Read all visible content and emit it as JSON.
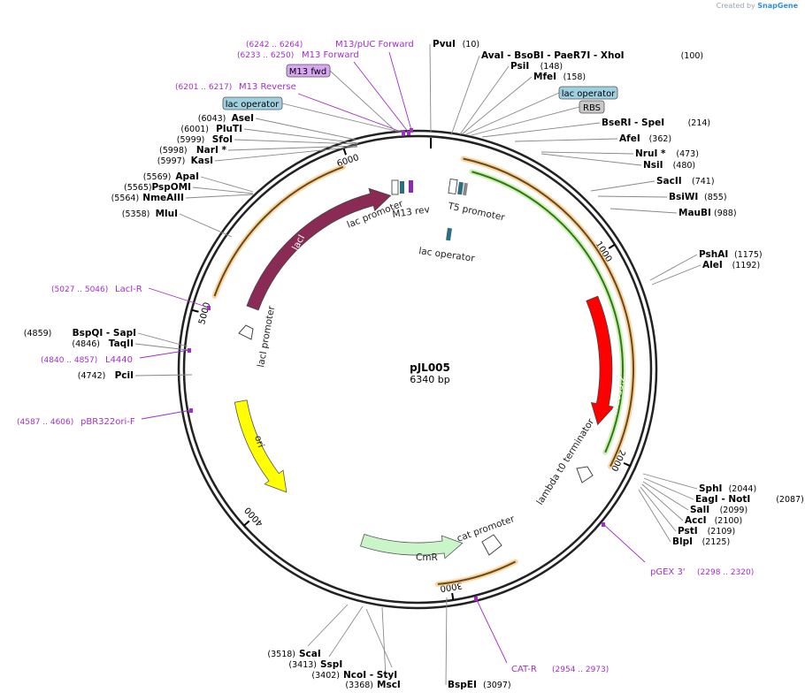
{
  "credit": {
    "prefix": "Created by",
    "brand": "SnapGene"
  },
  "plasmid": {
    "name": "pJL005",
    "size": "6340 bp"
  },
  "ticks": [
    {
      "label": "1000",
      "pos": 1000
    },
    {
      "label": "2000",
      "pos": 2000
    },
    {
      "label": "3000",
      "pos": 3000
    },
    {
      "label": "4000",
      "pos": 4000
    },
    {
      "label": "5000",
      "pos": 5000
    },
    {
      "label": "6000",
      "pos": 6000
    }
  ],
  "sites_right": [
    {
      "text": "PvuI",
      "pos": "(10)"
    },
    {
      "text": "AvaI   - BsoBI   - PaeR7I   - XhoI",
      "pos": "(100)"
    },
    {
      "text": "PsiI",
      "pos": "(148)"
    },
    {
      "text": "MfeI",
      "pos": "(158)"
    },
    {
      "text": "BseRI   - SpeI",
      "pos": "(214)"
    },
    {
      "text": "AfeI",
      "pos": "(362)"
    },
    {
      "text": "NruI *",
      "pos": "(473)"
    },
    {
      "text": "NsiI",
      "pos": "(480)"
    },
    {
      "text": "SacII",
      "pos": "(741)"
    },
    {
      "text": "BsiWI",
      "pos": "(855)"
    },
    {
      "text": "MauBI",
      "pos": "(988)"
    },
    {
      "text": "PshAI",
      "pos": "(1175)"
    },
    {
      "text": "AleI",
      "pos": "(1192)"
    },
    {
      "text": "SphI",
      "pos": "(2044)"
    },
    {
      "text": "EagI   - NotI",
      "pos": "(2087)"
    },
    {
      "text": "SalI",
      "pos": "(2099)"
    },
    {
      "text": "AccI",
      "pos": "(2100)"
    },
    {
      "text": "PstI",
      "pos": "(2109)"
    },
    {
      "text": "BlpI",
      "pos": "(2125)"
    },
    {
      "text": "BspEI",
      "pos": "(3097)"
    }
  ],
  "sites_left": [
    {
      "text": "AseI",
      "pos": "(6043)"
    },
    {
      "text": "PluTI",
      "pos": "(6001)"
    },
    {
      "text": "SfoI",
      "pos": "(5999)"
    },
    {
      "text": "NarI *",
      "pos": "(5998)"
    },
    {
      "text": "KasI",
      "pos": "(5997)"
    },
    {
      "text": "ApaI",
      "pos": "(5569)"
    },
    {
      "text": "PspOMI",
      "pos": "(5565)"
    },
    {
      "text": "NmeAIII",
      "pos": "(5564)"
    },
    {
      "text": "MluI",
      "pos": "(5358)"
    },
    {
      "text": "BspQI   - SapI",
      "pos": "(4859)"
    },
    {
      "text": "TaqII",
      "pos": "(4846)"
    },
    {
      "text": "PciI",
      "pos": "(4742)"
    },
    {
      "text": "ScaI",
      "pos": "(3518)"
    },
    {
      "text": "SspI",
      "pos": "(3413)"
    },
    {
      "text": "NcoI   - StyI",
      "pos": "(3402)"
    },
    {
      "text": "MscI",
      "pos": "(3368)"
    }
  ],
  "primers": [
    {
      "name": "M13/pUC Forward",
      "range": "(6242 .. 6264)"
    },
    {
      "name": "M13 Forward",
      "range": "(6233 .. 6250)"
    },
    {
      "name": "M13 Reverse",
      "range": "(6201 .. 6217)"
    },
    {
      "name": "LacI-R",
      "range": "(5027 .. 5046)"
    },
    {
      "name": "L4440",
      "range": "(4840 .. 4857)"
    },
    {
      "name": "pBR322ori-F",
      "range": "(4587 .. 4606)"
    },
    {
      "name": "pGEX 3'",
      "range": "(2298 .. 2320)"
    },
    {
      "name": "CAT-R",
      "range": "(2954 .. 2973)"
    }
  ],
  "boxed_labels": [
    {
      "name": "M13 fwd",
      "color": "#d9a6f2"
    },
    {
      "name": "lac operator",
      "color": "#9fd0e0"
    },
    {
      "name": "lac operator",
      "color": "#9fd0e0"
    },
    {
      "name": "RBS",
      "color": "#c8c8c8"
    }
  ],
  "features": [
    {
      "name": "lacI",
      "color": "#8b2a55"
    },
    {
      "name": "mEos3.2",
      "color": "#ff0000"
    },
    {
      "name": "CmR",
      "color": "#c9f5c9"
    },
    {
      "name": "ori",
      "color": "#ffff00"
    }
  ],
  "feature_labels": {
    "lac_promoter": "lac promoter",
    "m13_rev": "M13 rev",
    "t5_promoter": "T5 promoter",
    "lac_operator": "lac operator",
    "laci_promoter": "lacI promoter",
    "lambda_t0": "lambda t0 terminator",
    "cat_promoter": "cat promoter"
  }
}
